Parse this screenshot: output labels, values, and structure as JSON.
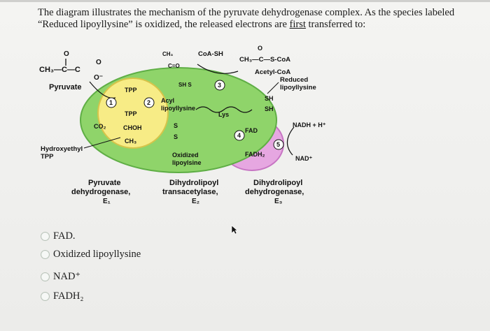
{
  "question": {
    "part1": "The diagram illustrates the mechanism of the pyruvate dehydrogenase complex. As the species labeled “Reduced lipoyllysine” is oxidized, the released electrons are ",
    "underlined": "first",
    "part2": " transferred to:"
  },
  "diagram": {
    "pyruvate_formula_left": "CH₃—C—C",
    "pyruvate_o_top": "O",
    "pyruvate_o_right": "O",
    "pyruvate_o_minus": "O⁻",
    "pyruvate": "Pyruvate",
    "tpp_top": "TPP",
    "tpp_bottom": "TPP",
    "co2": "CO₂",
    "chohoh": "CHOH",
    "ch3_lower": "CH₃",
    "hydroxyethyl_line1": "Hydroxyethyl",
    "hydroxyethyl_line2": "TPP",
    "acyl_line1": "Acyl",
    "acyl_line2": "lipoyllysine",
    "ch3_top": "CH₃",
    "co_top": "C=O",
    "sh_s": "SH S",
    "coa_sh": "CoA-SH",
    "acetyl_formula": "CH₃—C—S-CoA",
    "acetyl_o": "O",
    "acetyl_coa": "Acetyl-CoA",
    "reduced_line1": "Reduced",
    "reduced_line2": "lipoyllysine",
    "sh1": "SH",
    "sh2": "SH",
    "lys": "Lys",
    "s_top": "S",
    "s_bottom": "S",
    "fad": "FAD",
    "fadh2": "FADH₂",
    "nadh": "NADH + H⁺",
    "nad": "NAD⁺",
    "oxidized_line1": "Oxidized",
    "oxidized_line2": "lipoylsine",
    "step1": "1",
    "step2": "2",
    "step3": "3",
    "step4": "4",
    "step5": "5",
    "e1_line1": "Pyruvate",
    "e1_line2": "dehydrogenase,",
    "e1_line3": "E₁",
    "e2_line1": "Dihydrolipoyl",
    "e2_line2": "transacetylase,",
    "e2_line3": "E₂",
    "e3_line1": "Dihydrolipoyl",
    "e3_line2": "dehydrogenase,",
    "e3_line3": "E₃",
    "colors": {
      "e1": "#f7ec86",
      "e2": "#8fd46a",
      "e3": "#e6a7e1",
      "e1_stroke": "#d6c44a",
      "e2_stroke": "#5fae45",
      "e3_stroke": "#c775c3"
    }
  },
  "options": [
    {
      "label": "FAD."
    },
    {
      "label": "Oxidized lipoyllysine"
    },
    {
      "label": "NAD⁺"
    },
    {
      "label": "FADH₂"
    }
  ]
}
